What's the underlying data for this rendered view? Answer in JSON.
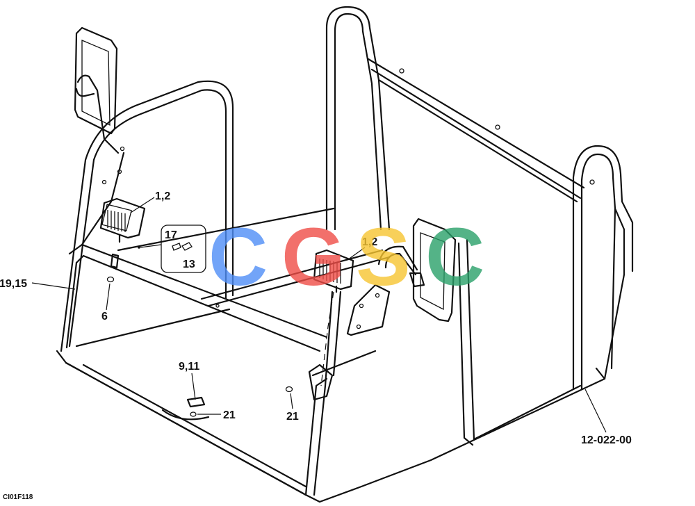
{
  "callouts": {
    "lamp_left": "1,2",
    "lamp_right": "1,2",
    "detail_top": "17",
    "detail_bottom": "13",
    "frame_left": "19,15",
    "nut_left": "6",
    "bracket_bottom": "9,11",
    "nut_bottom": "21",
    "nut_right": "21",
    "assembly_ref": "12-022-00"
  },
  "drawing_code": "CI01F118",
  "watermark": {
    "letters": [
      "C",
      "G",
      "S",
      "C"
    ],
    "colors": [
      "#4f8ef7",
      "#ef4d47",
      "#f7c531",
      "#2aa16a"
    ]
  }
}
